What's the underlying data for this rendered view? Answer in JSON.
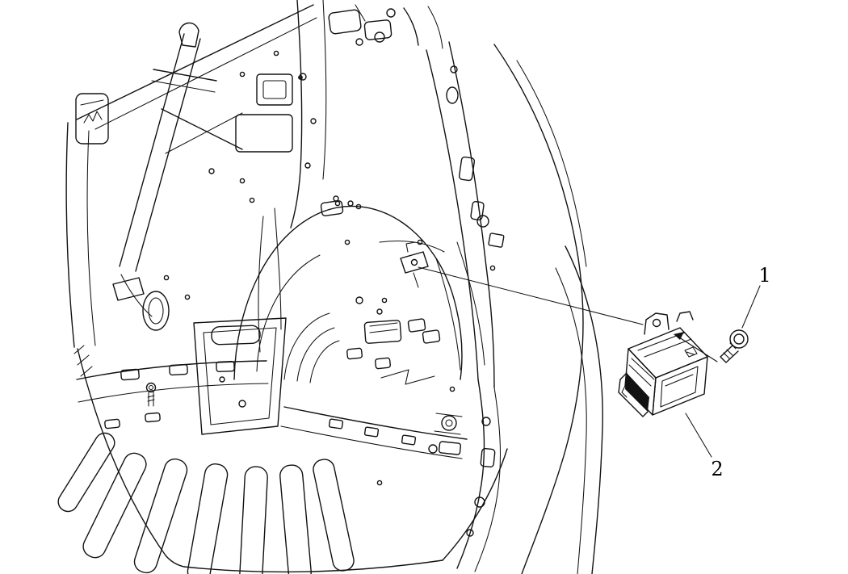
{
  "diagram": {
    "type": "vehicle-service-illustration",
    "subject": "Rear body structure with control module and mounting bolt",
    "background_color": "#ffffff",
    "line_color": "#121212",
    "callouts": [
      {
        "label": "1",
        "target": "mounting-bolt"
      },
      {
        "label": "2",
        "target": "control-module"
      }
    ]
  }
}
